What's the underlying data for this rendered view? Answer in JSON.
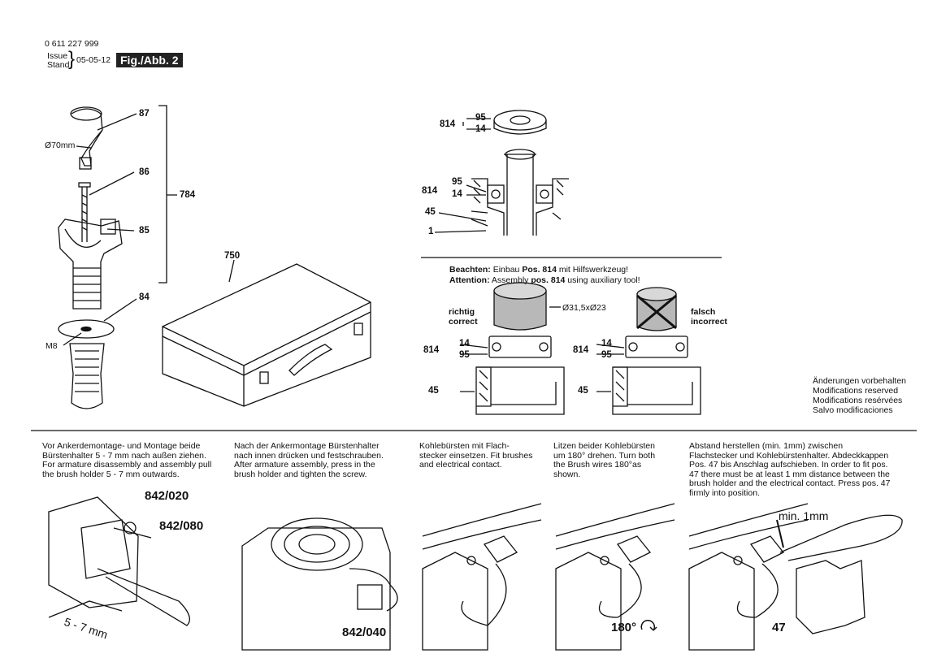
{
  "header": {
    "part_number": "0 611 227 999",
    "issue_label": "Issue",
    "stand_label": "Stand",
    "date": "05-05-12",
    "figure": "Fig./Abb. 2"
  },
  "handle_callouts": {
    "c87": "87",
    "c86": "86",
    "c85": "85",
    "c84": "84",
    "c784": "784",
    "diameter": "Ø70mm",
    "thread": "M8"
  },
  "case_callout": "750",
  "bearing_callouts": {
    "a814": "814",
    "a95": "95",
    "a14": "14",
    "b814": "814",
    "b95": "95",
    "b14": "14",
    "c45": "45",
    "c1": "1"
  },
  "note": {
    "de_label": "Beachten:",
    "de_text1": "Einbau ",
    "de_pos": "Pos. 814",
    "de_text2": " mit Hilfswerkzeug!",
    "en_label": "Attention:",
    "en_text1": "Assembly ",
    "en_pos": "pos. 814",
    "en_text2": " using auxiliary tool!"
  },
  "install": {
    "correct_de": "richtig",
    "correct_en": "correct",
    "wrong_de": "falsch",
    "wrong_en": "incorrect",
    "dim": "Ø31,5xØ23",
    "l814": "814",
    "l14": "14",
    "l95": "95",
    "l45": "45",
    "r814": "814",
    "r14": "14",
    "r95": "95",
    "r45": "45"
  },
  "modifications": [
    "Änderungen vorbehalten",
    "Modifications reserved",
    "Modifications resérvées",
    "Salvo modificaciones"
  ],
  "steps": [
    {
      "text": "Vor Ankerdemontage- und Montage beide Bürstenhalter 5 - 7 mm nach außen ziehen. For armature disassembly and assembly pull the brush holder 5 - 7 mm outwards."
    },
    {
      "text": "Nach der Ankermontage Bürstenhalter nach innen drücken und festschrauben. After armature assembly, press in the brush holder and tighten the screw."
    },
    {
      "text": "Kohlebürsten mit Flach- stecker einsetzen. Fit brushes and electrical contact."
    },
    {
      "text": "Litzen beider Kohlebürsten um 180° drehen. Turn both the Brush wires 180°as shown."
    },
    {
      "text": "Abstand herstellen (min. 1mm) zwischen Flachstecker und Kohlebürstenhalter. Abdeckkappen Pos. 47 bis Anschlag aufschieben. In order to fit pos. 47 there must be at least 1 mm distance between the brush holder and the electrical contact. Press pos. 47 firmly into position."
    }
  ],
  "step_callouts": {
    "s1a": "842/020",
    "s1b": "842/080",
    "s1dim": "5 - 7 mm",
    "s2": "842/040",
    "s4": "180°",
    "s5dim": "min. 1mm",
    "s5cap": "47"
  }
}
